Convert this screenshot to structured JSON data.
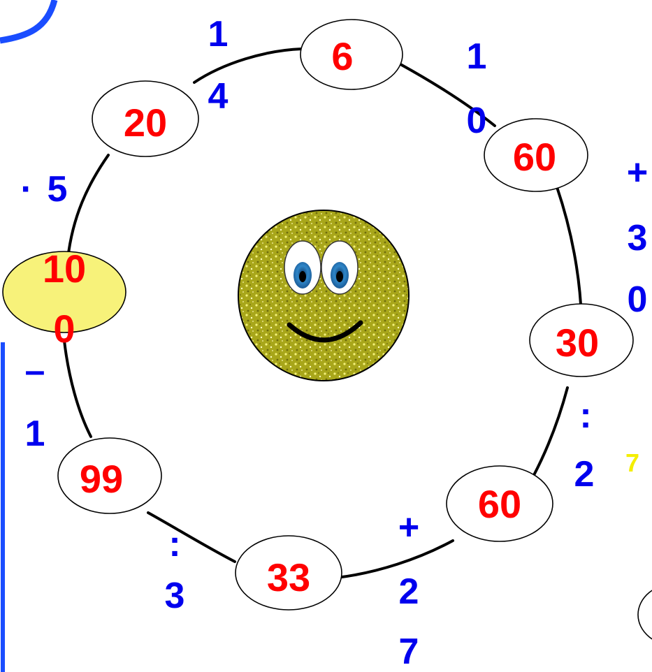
{
  "nodes": {
    "n6": "6",
    "n60a": "60",
    "n30": "30",
    "n60b": "60",
    "n33": "33",
    "n99": "99",
    "n100_top": "10",
    "n100_bottom": "0",
    "n20": "20"
  },
  "operations": {
    "op_6_60": [
      "·",
      "1",
      "0"
    ],
    "op_60_30": [
      "+",
      "3",
      "0"
    ],
    "op_30_60": [
      ":",
      "2"
    ],
    "op_60_33": [
      "+",
      "2",
      "7"
    ],
    "op_33_99": [
      ":",
      "3"
    ],
    "op_99_100": [
      "–",
      "1"
    ],
    "op_100_20": [
      "·",
      "5"
    ],
    "op_20_6": [
      "1",
      "4"
    ]
  },
  "stray_mark": "7",
  "colors": {
    "number": "#ff0000",
    "operation": "#0000ee",
    "highlight_fill": "#f7f27a",
    "smiley_face": "#b9b820",
    "frame": "#1a4dff",
    "stray_mark": "#f4ee00"
  },
  "smiley_icon": "glitter-smiley-icon"
}
